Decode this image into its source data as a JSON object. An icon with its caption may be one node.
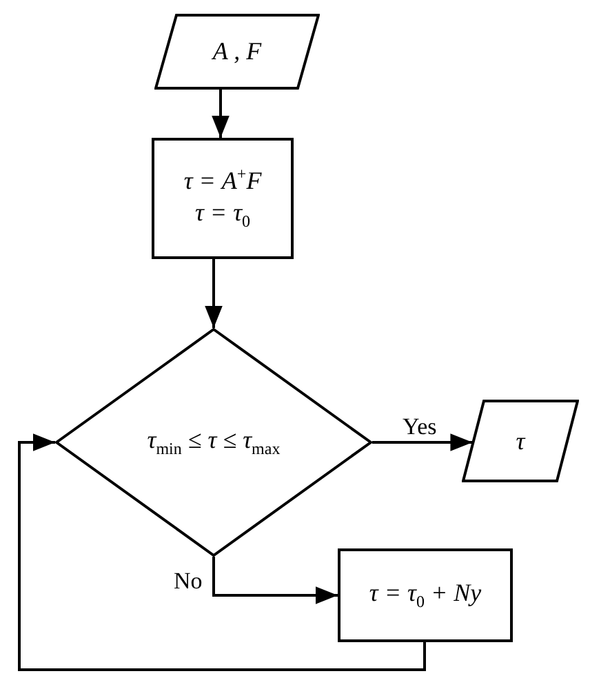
{
  "diagram": {
    "nodes": [
      {
        "text": [
          "A , F"
        ]
      },
      {
        "text": [
          "τ = A$^{+}$F",
          "τ = τ$_{0}$"
        ]
      },
      {
        "text": [
          "τ$_{min}$ ≤ τ ≤ τ$_{max}$"
        ]
      },
      {
        "text": [
          "τ"
        ]
      },
      {
        "text": [
          "τ = τ$_{0}$ + Ny"
        ]
      }
    ],
    "edges": [
      {
        "from": 0,
        "to": 1,
        "arrow": "to"
      },
      {
        "from": 1,
        "to": 2,
        "arrow": "to"
      },
      {
        "from": 2,
        "to": 3,
        "arrow": "to",
        "label": "Yes"
      },
      {
        "from": 2,
        "to": 4,
        "arrow": "to",
        "label": "No"
      },
      {
        "from": 4,
        "to": 2,
        "arrow": "to"
      }
    ]
  }
}
